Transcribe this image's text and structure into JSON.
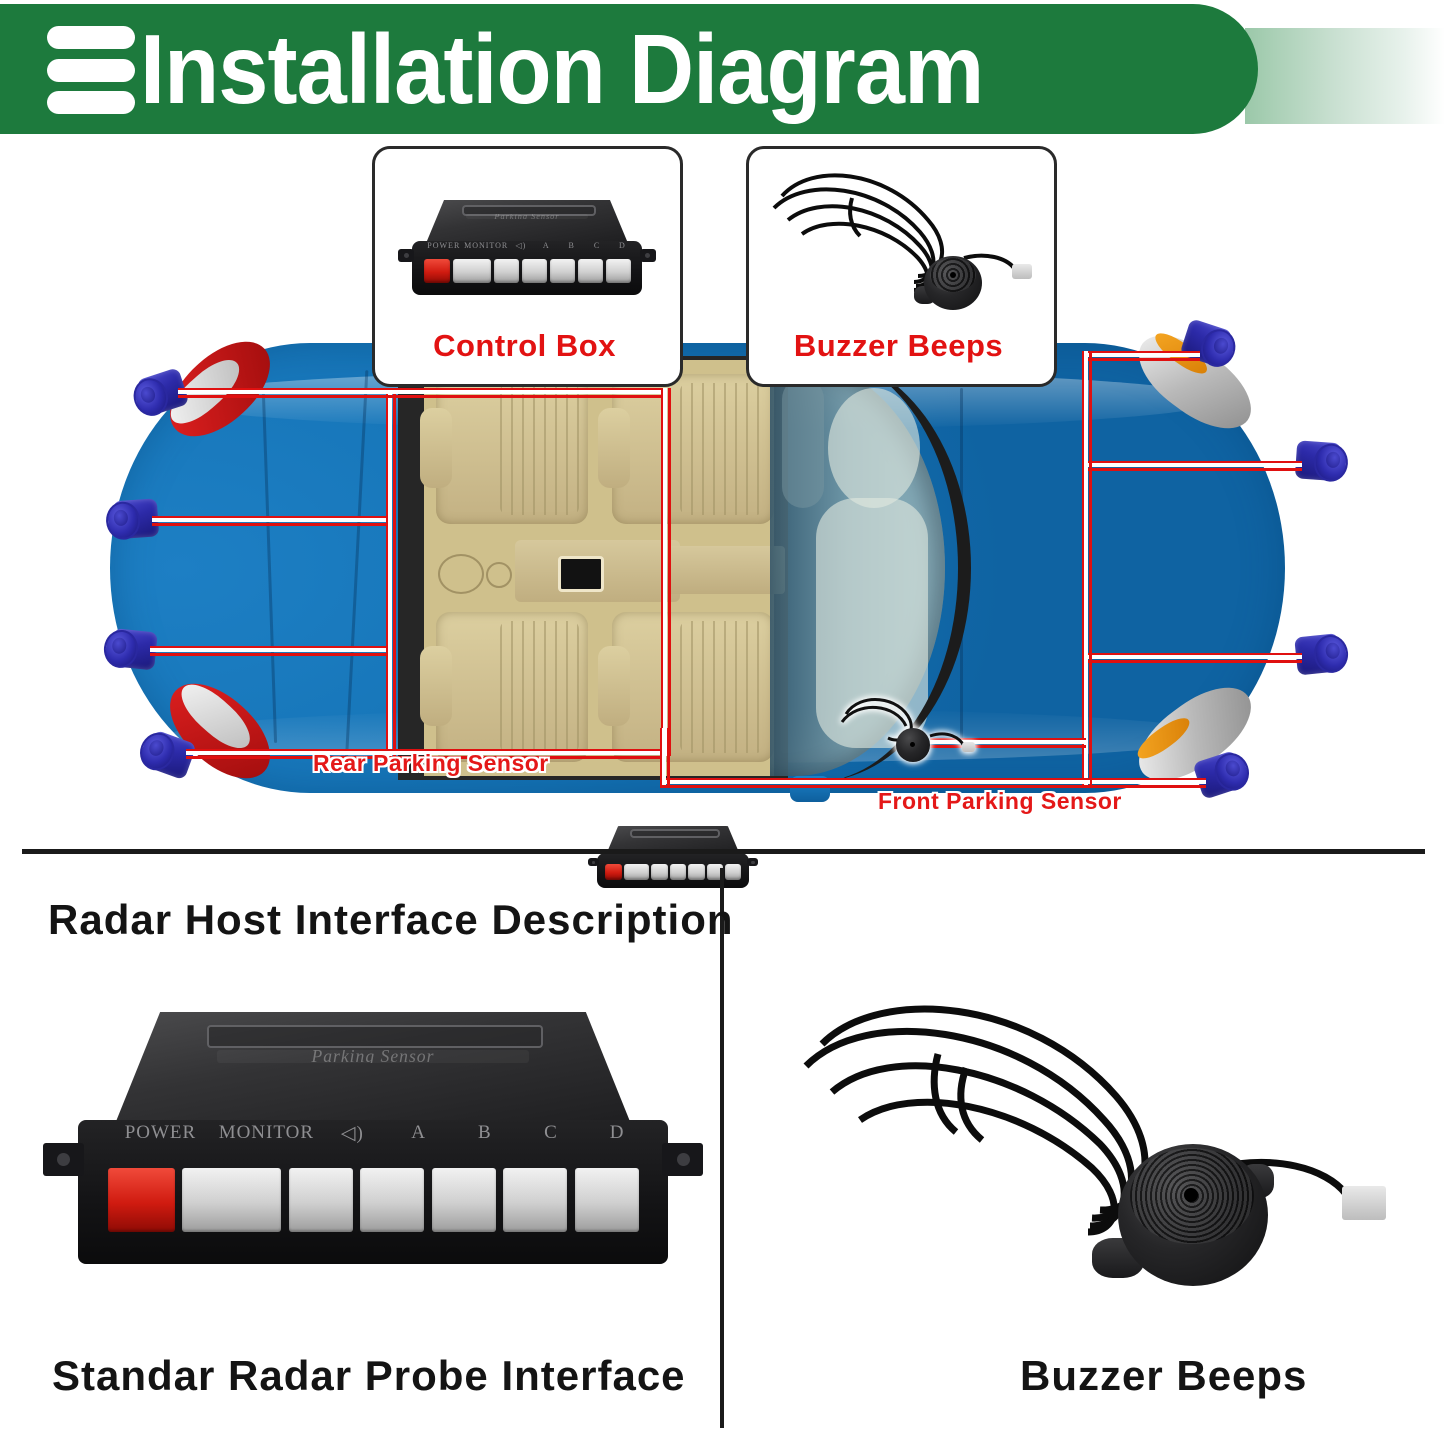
{
  "header": {
    "title": "Installation Diagram",
    "menu_icon": "hamburger-menu-icon",
    "bar_color": "#1d7a3d"
  },
  "diagram": {
    "callouts": [
      {
        "id": "control-box",
        "caption": "Control Box",
        "image": "control-box-photo"
      },
      {
        "id": "buzzer-beeps",
        "caption": "Buzzer Beeps",
        "image": "buzzer-photo"
      }
    ],
    "labels": {
      "rear_parking_sensor": "Rear Parking Sensor",
      "front_parking_sensor": "Front Parking Sensor"
    },
    "vehicle": {
      "view": "top-down",
      "body_color": "#1276bd",
      "interior_color": "#cfc08c",
      "probe_color": "#2c2aa8",
      "rear_probe_count": 4,
      "front_probe_count": 4,
      "line_color": "#e01010"
    }
  },
  "control_box": {
    "emboss_text": "Parking Sensor",
    "port_labels": [
      "POWER",
      "MONITOR",
      "◁)",
      "A",
      "B",
      "C",
      "D"
    ],
    "port_labels_plain": [
      "POWER",
      "MONITOR",
      "speaker-icon",
      "A",
      "B",
      "C",
      "D"
    ],
    "power_port_color": "#d01b10",
    "body_color": "#141416"
  },
  "bottom": {
    "left_heading": "Radar Host Interface Description",
    "left_caption": "Standar Radar Probe Interface",
    "right_caption": "Buzzer Beeps"
  }
}
